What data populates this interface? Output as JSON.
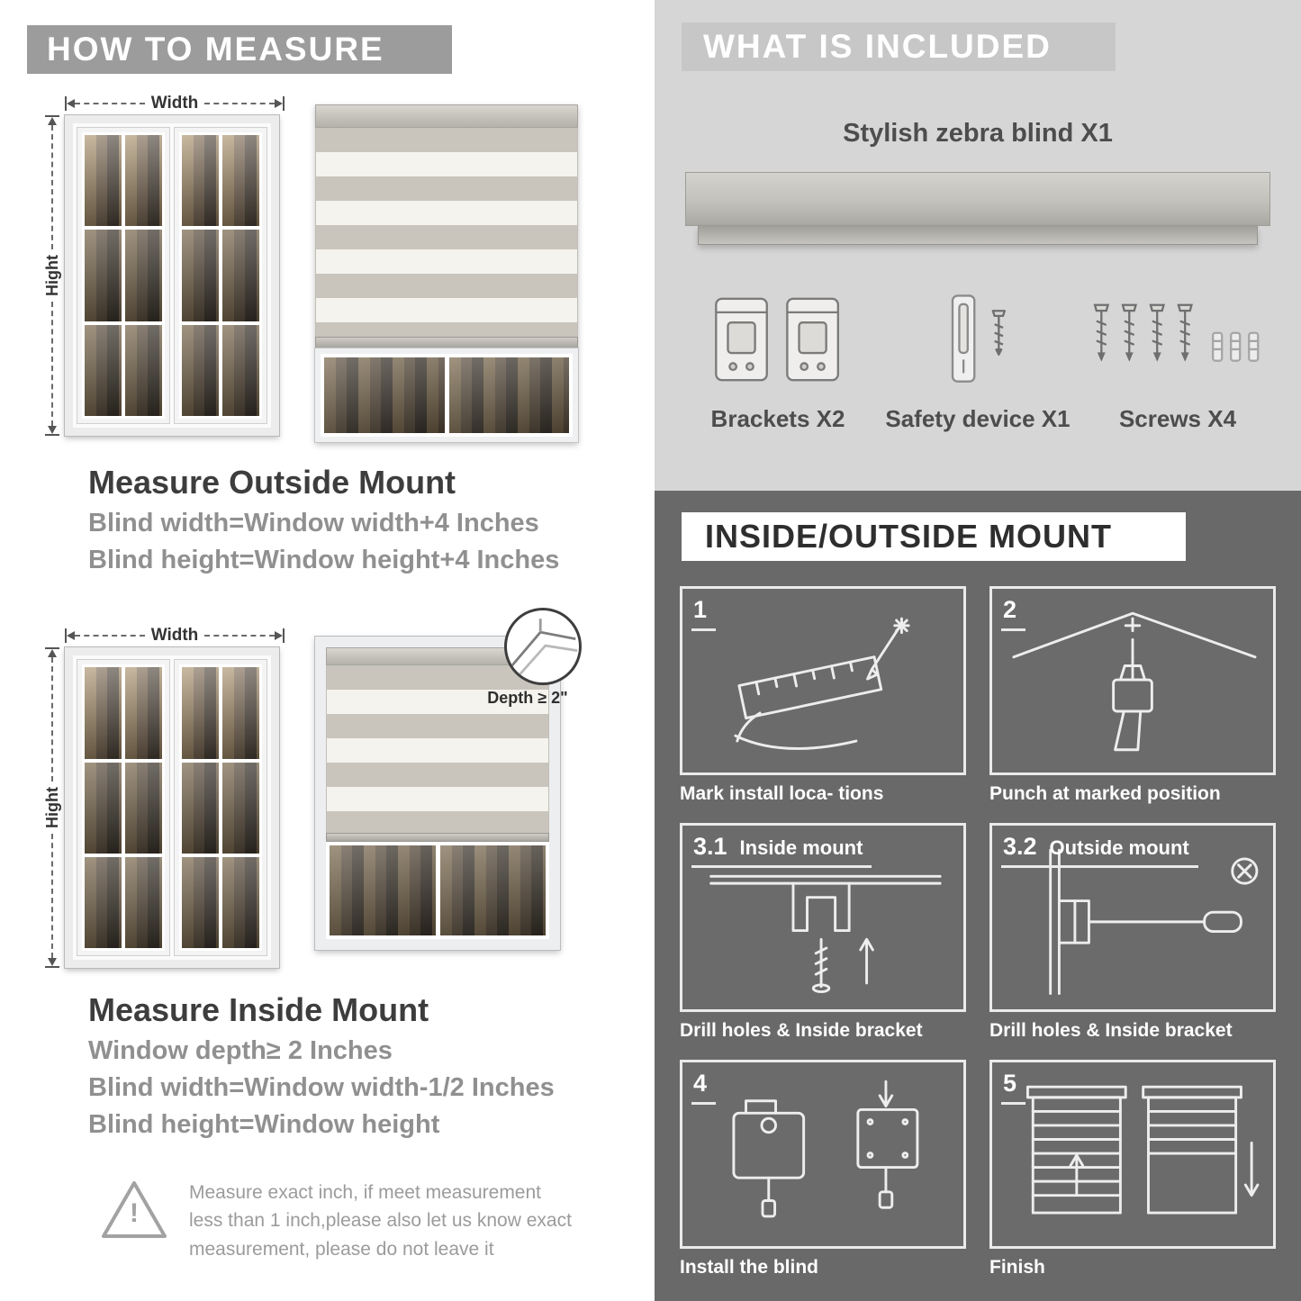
{
  "left": {
    "banner": "HOW TO MEASURE",
    "outside": {
      "width_label": "Width",
      "height_label": "Hight",
      "title": "Measure Outside Mount",
      "line1": "Blind width=Window width+4 Inches",
      "line2": "Blind height=Window height+4 Inches"
    },
    "inside": {
      "width_label": "Width",
      "height_label": "Hight",
      "depth_label": "Depth ≥ 2\"",
      "title": "Measure Inside Mount",
      "line1": "Window depth≥ 2 Inches",
      "line2": "Blind width=Window width-1/2 Inches",
      "line3": "Blind height=Window height"
    },
    "warning": {
      "mark": "!",
      "text": "Measure exact inch, if meet measurement less than 1 inch,please also let us know exact measurement, please do not leave it"
    }
  },
  "included": {
    "banner": "WHAT IS INCLUDED",
    "product_label": "Stylish zebra blind X1",
    "items": [
      {
        "label": "Brackets X2"
      },
      {
        "label": "Safety device X1"
      },
      {
        "label": "Screws X4"
      }
    ]
  },
  "mount": {
    "banner": "INSIDE/OUTSIDE MOUNT",
    "steps": [
      {
        "num": "1",
        "title": "",
        "caption": "Mark install loca- tions"
      },
      {
        "num": "2",
        "title": "",
        "caption": "Punch at  marked position"
      },
      {
        "num": "3.1",
        "title": "Inside mount",
        "caption": "Drill holes &  Inside bracket"
      },
      {
        "num": "3.2",
        "title": "Outside mount",
        "caption": "Drill holes &  Inside bracket"
      },
      {
        "num": "4",
        "title": "",
        "caption": "Install the blind"
      },
      {
        "num": "5",
        "title": "",
        "caption": "Finish"
      }
    ]
  }
}
